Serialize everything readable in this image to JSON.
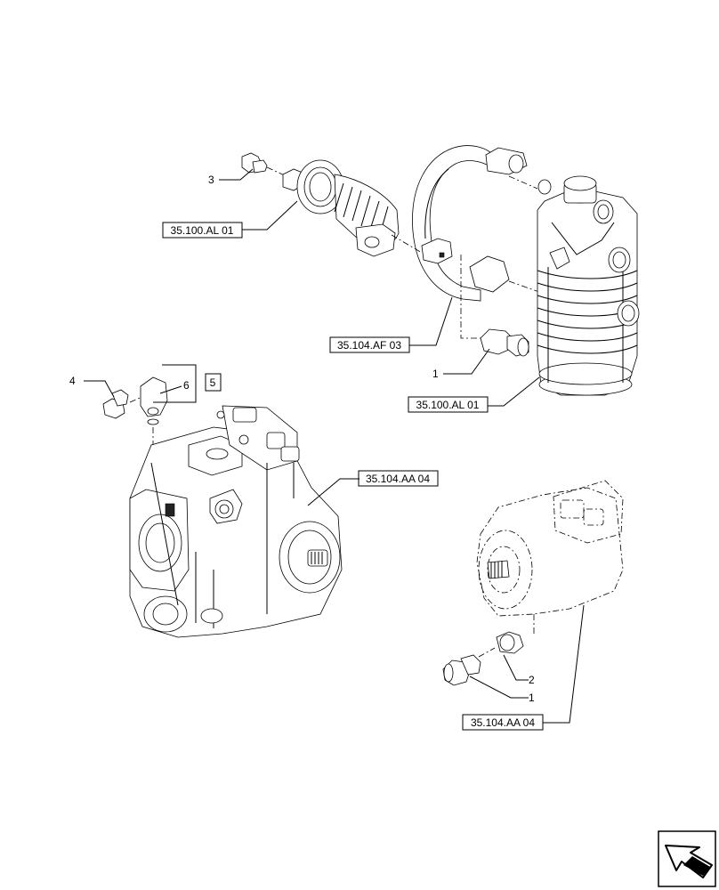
{
  "refs": {
    "r1": "35.100.AL 01",
    "r2": "35.104.AF 03",
    "r3": "35.100.AL 01",
    "r4": "35.104.AA 04",
    "r5": "35.104.AA 04"
  },
  "items": {
    "i3": "3",
    "i1a": "1",
    "i4": "4",
    "i6": "6",
    "i5": "5",
    "i2": "2",
    "i1b": "1"
  },
  "icons": {
    "nav": "next-page-arrow-icon"
  }
}
